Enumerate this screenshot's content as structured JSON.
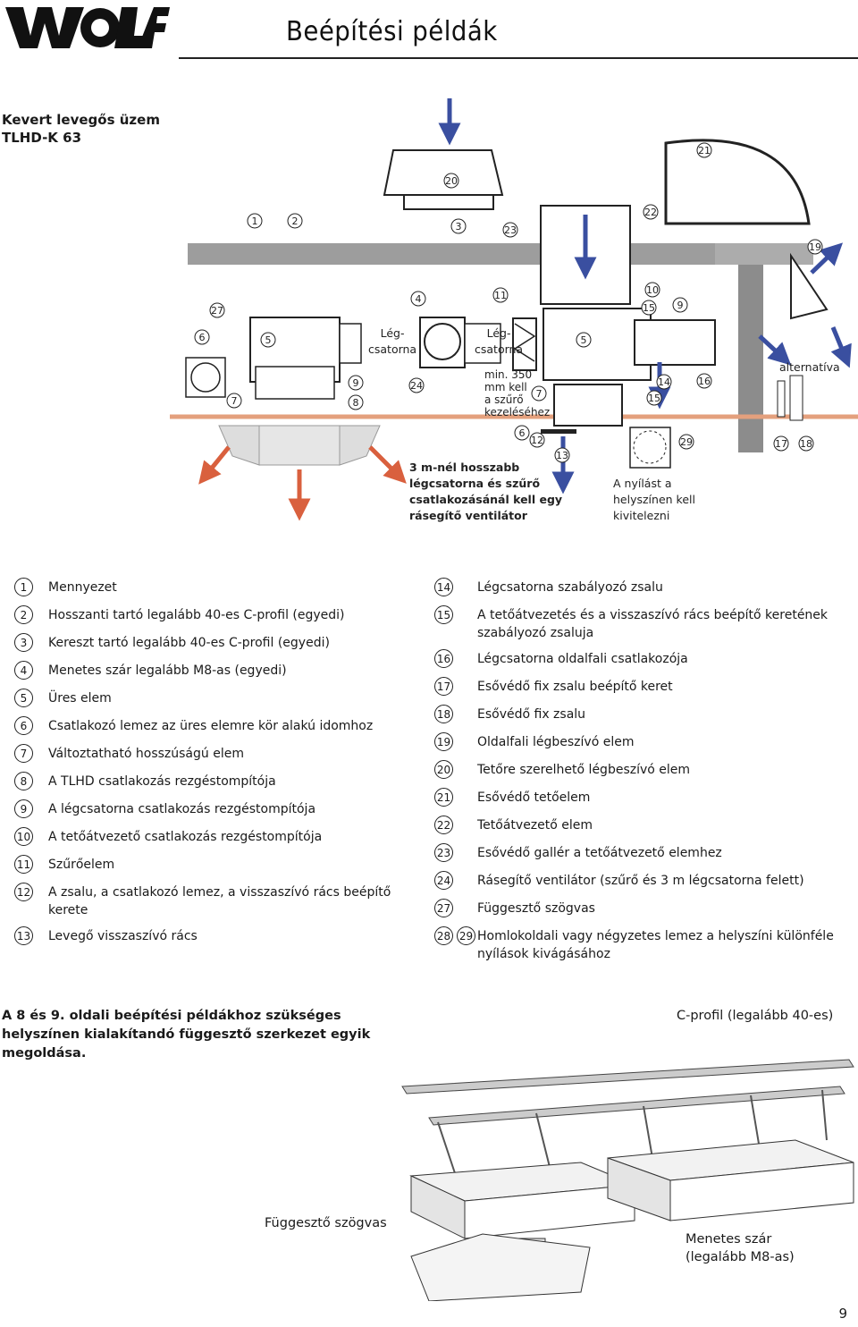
{
  "header": {
    "logo_text": "WOLF",
    "title": "Beépítési példák"
  },
  "section": {
    "heading_line1": "Kevert levegős üzem",
    "heading_line2": "TLHD-K 63"
  },
  "diagram": {
    "label_leg1_a": "Lég-",
    "label_leg1_b": "csatorna",
    "label_leg2_a": "Lég-",
    "label_leg2_b": "csatorna",
    "min_a": "min. 350",
    "min_b": "mm  kell",
    "min_c": "a szűrő",
    "min_d": "kezeléséhez",
    "alt": "alternatíva",
    "fan_note_1": "3 m-nél hosszabb",
    "fan_note_2": "légcsatorna és szűrő",
    "fan_note_3": "csatlakozásánál kell egy",
    "fan_note_4": "rásegítő ventilátor",
    "opening_1": "A nyílást a",
    "opening_2": "helyszínen  kell",
    "opening_3": "kivitelezni",
    "markers": [
      "1",
      "2",
      "3",
      "4",
      "5",
      "5",
      "6",
      "6",
      "7",
      "7",
      "8",
      "9",
      "9",
      "10",
      "11",
      "12",
      "13",
      "14",
      "15",
      "15",
      "16",
      "17",
      "18",
      "19",
      "20",
      "21",
      "22",
      "23",
      "24",
      "27",
      "29"
    ],
    "colors": {
      "arrow_blue": "#3a4fa0",
      "arrow_red": "#d9603e",
      "ceiling": "#9d9d9d",
      "floor_line": "#e4a07d"
    }
  },
  "legend_left": [
    {
      "n": [
        "1"
      ],
      "text": "Mennyezet"
    },
    {
      "n": [
        "2"
      ],
      "text": "Hosszanti tartó legalább 40-es C-profil (egyedi)"
    },
    {
      "n": [
        "3"
      ],
      "text": "Kereszt tartó legalább 40-es C-profil (egyedi)"
    },
    {
      "n": [
        "4"
      ],
      "text": "Menetes szár legalább M8-as (egyedi)"
    },
    {
      "n": [
        "5"
      ],
      "text": "Üres elem"
    },
    {
      "n": [
        "6"
      ],
      "text": "Csatlakozó lemez az üres elemre kör alakú idomhoz"
    },
    {
      "n": [
        "7"
      ],
      "text": "Változtatható hosszúságú elem"
    },
    {
      "n": [
        "8"
      ],
      "text": "A TLHD csatlakozás rezgéstompítója"
    },
    {
      "n": [
        "9"
      ],
      "text": "A légcsatorna csatlakozás rezgéstompítója"
    },
    {
      "n": [
        "10"
      ],
      "text": "A tetőátvezető csatlakozás rezgéstompítója"
    },
    {
      "n": [
        "11"
      ],
      "text": "Szűrőelem"
    },
    {
      "n": [
        "12"
      ],
      "text": "A zsalu, a csatlakozó lemez, a visszaszívó rács beépítő kerete"
    },
    {
      "n": [
        "13"
      ],
      "text": "Levegő visszaszívó rács"
    }
  ],
  "legend_right": [
    {
      "n": [
        "14"
      ],
      "text": "Légcsatorna szabályozó zsalu"
    },
    {
      "n": [
        "15"
      ],
      "text": "A tetőátvezetés és a visszaszívó rács beépítő keretének szabályozó zsaluja"
    },
    {
      "n": [
        "16"
      ],
      "text": "Légcsatorna oldalfali csatlakozója"
    },
    {
      "n": [
        "17"
      ],
      "text": "Esővédő fix zsalu beépítő keret"
    },
    {
      "n": [
        "18"
      ],
      "text": "Esővédő fix zsalu"
    },
    {
      "n": [
        "19"
      ],
      "text": "Oldalfali légbeszívó elem"
    },
    {
      "n": [
        "20"
      ],
      "text": "Tetőre szerelhető légbeszívó elem"
    },
    {
      "n": [
        "21"
      ],
      "text": "Esővédő tetőelem"
    },
    {
      "n": [
        "22"
      ],
      "text": "Tetőátvezető elem"
    },
    {
      "n": [
        "23"
      ],
      "text": "Esővédő gallér a tetőátvezető elemhez"
    },
    {
      "n": [
        "24"
      ],
      "text": "Rásegítő ventilátor (szűrő és 3 m légcsatorna felett)"
    },
    {
      "n": [
        "27"
      ],
      "text": "Függesztő szögvas"
    },
    {
      "n": [
        "28",
        "29"
      ],
      "text": "Homlokoldali vagy négyzetes lemez a helyszíni különféle nyílások kivágásához"
    }
  ],
  "bottom": {
    "heading": "A 8 és 9. oldali beépítési példákhoz szükséges helyszínen kialakítandó függesztő szerkezet egyik megoldása.",
    "callout_cprofil": "C-profil (legalább 40-es)",
    "callout_szogvas": "Függesztő szögvas",
    "callout_menetes_1": "Menetes szár",
    "callout_menetes_2": "(legalább M8-as)"
  },
  "page_number": "9"
}
